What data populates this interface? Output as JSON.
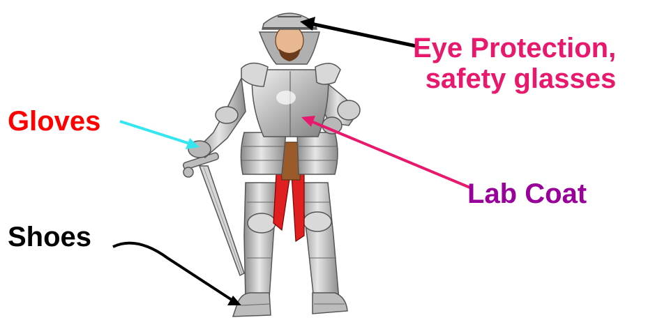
{
  "labels": {
    "eye_line1": "Eye Protection,",
    "eye_line2": "safety glasses",
    "gloves": "Gloves",
    "lab_coat": "Lab Coat",
    "shoes": "Shoes"
  },
  "colors": {
    "eye": "#e8196c",
    "gloves": "#ff0000",
    "lab_coat": "#990099",
    "shoes": "#000000",
    "arrow_eye": "#000000",
    "arrow_gloves": "#33e6f0",
    "arrow_coat": "#e8196c",
    "arrow_shoes": "#000000",
    "armor": "#c8c8c8",
    "armor_dark": "#8a8a8a",
    "cloth": "#e02020",
    "leather": "#9a5a2a"
  }
}
